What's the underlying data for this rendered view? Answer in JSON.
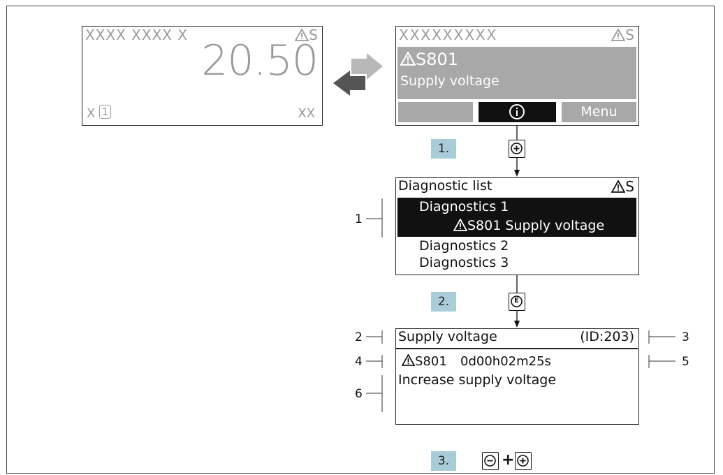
{
  "measured_display": {
    "title": "XXXX XXXX X",
    "status": "S",
    "value": "20.50",
    "channel": "X",
    "channel_number": "1",
    "unit": "XX"
  },
  "diagnostic_display": {
    "title": "XXXXXXXXX",
    "status": "S",
    "code": "S801",
    "message": "Supply voltage",
    "info_icon": "info-circle-icon",
    "menu_label": "Menu"
  },
  "steps": {
    "step1": "1.",
    "step2": "2.",
    "step3": "3."
  },
  "keys": {
    "plus_key": "plus-key-icon",
    "enter_key": "E",
    "minus_key": "minus-key-icon"
  },
  "diagnostic_list": {
    "header": "Diagnostic list",
    "status": "S",
    "items": [
      {
        "label": "Diagnostics 1",
        "detail": "S801 Supply voltage"
      },
      {
        "label": "Diagnostics 2"
      },
      {
        "label": "Diagnostics 3"
      }
    ]
  },
  "detail_display": {
    "title": "Supply voltage",
    "id": "(ID:203)",
    "code": "S801",
    "operating_time": "0d00h02m25s",
    "remedy": "Increase supply voltage"
  },
  "callouts": [
    "1",
    "2",
    "3",
    "4",
    "5",
    "6"
  ],
  "colors": {
    "highlight_bg": "#a9ccd9",
    "display_gray": "#a8a8a8",
    "selected_bg": "#111111",
    "arrow_gray": "#b8b8b8",
    "arrow_dark": "#555555"
  }
}
